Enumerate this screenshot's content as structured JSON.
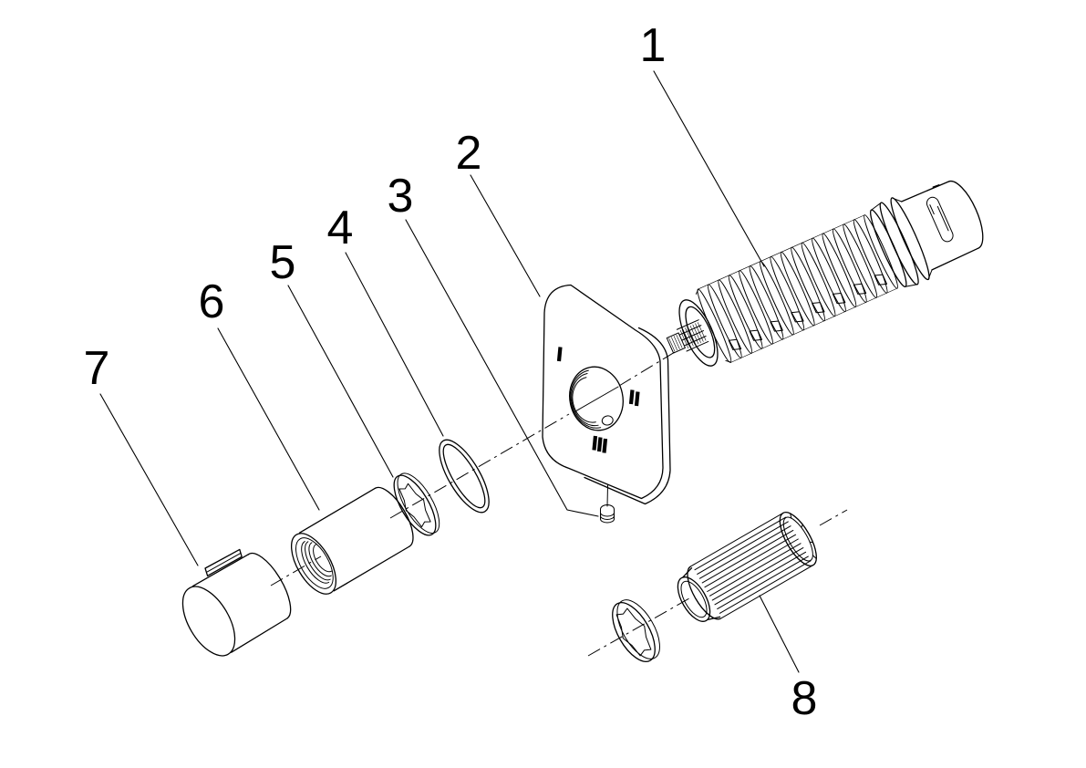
{
  "diagram": {
    "kind": "exploded-parts-diagram",
    "background_color": "#ffffff",
    "line_color": "#000000",
    "labels": [
      {
        "text": "1",
        "part": "cartridge-assembly"
      },
      {
        "text": "2",
        "part": "escutcheon-plate"
      },
      {
        "text": "3",
        "part": "set-screw"
      },
      {
        "text": "4",
        "part": "o-ring"
      },
      {
        "text": "5",
        "part": "spline-ring"
      },
      {
        "text": "6",
        "part": "threaded-sleeve"
      },
      {
        "text": "7",
        "part": "handle-cap"
      },
      {
        "text": "8",
        "part": "fluted-extension-sleeve"
      }
    ]
  }
}
